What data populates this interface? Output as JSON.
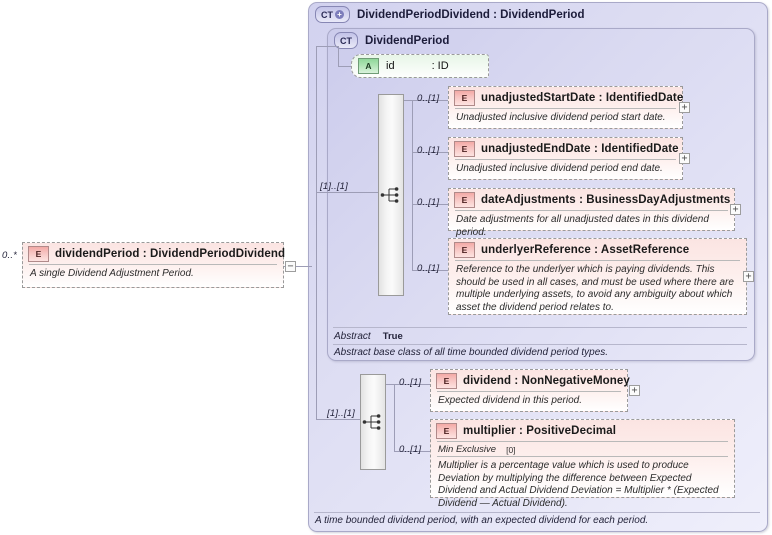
{
  "diagram": {
    "kind": "xsd-schema-diagram",
    "root_element": {
      "occurrence": "0..*",
      "badge": "E",
      "title": "dividendPeriod : DividendPeriodDividend",
      "name": "dividendPeriod",
      "type": "DividendPeriodDividend",
      "documentation": "A single Dividend Adjustment Period.",
      "collapse_toggle": "−"
    },
    "outer_type": {
      "badge": "CT",
      "badge_plus": "+",
      "title": "DividendPeriodDividend : DividendPeriod",
      "documentation": "A time bounded dividend period, with an expected dividend for each period."
    },
    "inner_type": {
      "badge": "CT",
      "title": "DividendPeriod",
      "abstract_label": "Abstract",
      "abstract_value": "True",
      "documentation": "Abstract base class of all time bounded dividend period types."
    },
    "attribute": {
      "badge": "A",
      "name": "id",
      "type": ": ID"
    },
    "sequences": [
      {
        "id": "inner-sequence",
        "cardinality": "[1]..[1]",
        "icon": "sequence-icon"
      },
      {
        "id": "outer-sequence",
        "cardinality": "[1]..[1]",
        "icon": "sequence-icon"
      }
    ],
    "inner_elements": [
      {
        "occurrence": "0..[1]",
        "badge": "E",
        "title": "unadjustedStartDate : IdentifiedDate",
        "name": "unadjustedStartDate",
        "type": "IdentifiedDate",
        "documentation": "Unadjusted inclusive dividend period start date.",
        "expander": "+"
      },
      {
        "occurrence": "0..[1]",
        "badge": "E",
        "title": "unadjustedEndDate : IdentifiedDate",
        "name": "unadjustedEndDate",
        "type": "IdentifiedDate",
        "documentation": "Unadjusted inclusive dividend period end date.",
        "expander": "+"
      },
      {
        "occurrence": "0..[1]",
        "badge": "E",
        "title": "dateAdjustments : BusinessDayAdjustments",
        "name": "dateAdjustments",
        "type": "BusinessDayAdjustments",
        "documentation": "Date adjustments for all unadjusted dates in this dividend period.",
        "expander": "+"
      },
      {
        "occurrence": "0..[1]",
        "badge": "E",
        "title": "underlyerReference : AssetReference",
        "name": "underlyerReference",
        "type": "AssetReference",
        "documentation": "Reference to the underlyer which is paying dividends. This should be used in all cases, and must be used where there are multiple underlying assets, to avoid any ambiguity about which asset the dividend period relates to.",
        "expander": "+"
      }
    ],
    "outer_elements": [
      {
        "occurrence": "0..[1]",
        "badge": "E",
        "title": "dividend : NonNegativeMoney",
        "name": "dividend",
        "type": "NonNegativeMoney",
        "documentation": "Expected dividend in this period.",
        "expander": "+"
      },
      {
        "occurrence": "0..[1]",
        "badge": "E",
        "title": "multiplier : PositiveDecimal",
        "name": "multiplier",
        "type": "PositiveDecimal",
        "facet_label": "Min Exclusive",
        "facet_value": "[0]",
        "documentation": "Multiplier is a percentage value which is used to produce Deviation by multiplying the difference between Expected Dividend and Actual Dividend Deviation = Multiplier * (Expected Dividend — Actual Dividend)."
      }
    ]
  }
}
